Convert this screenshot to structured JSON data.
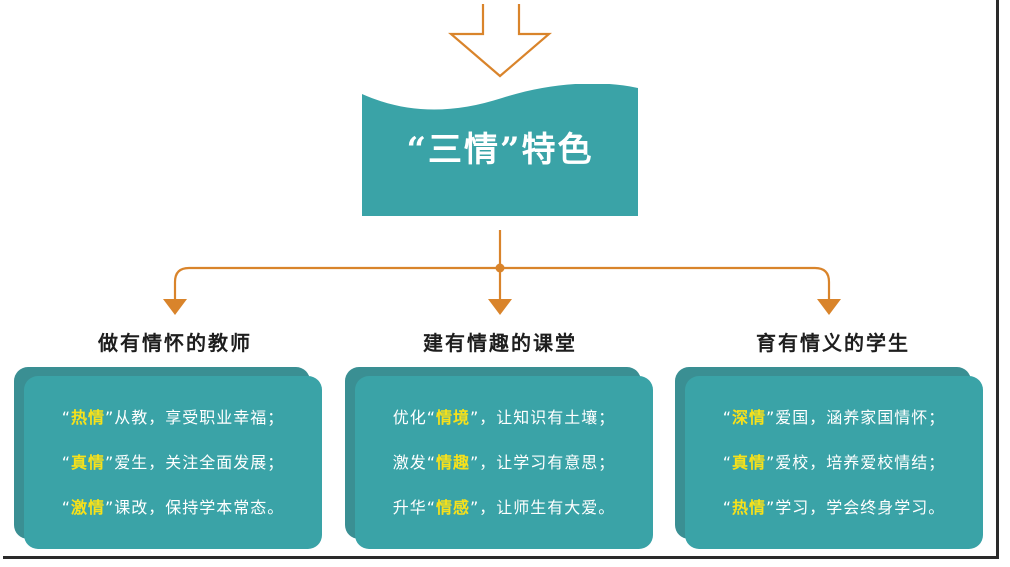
{
  "center": {
    "title": "“三情”特色"
  },
  "columns": [
    {
      "title": "做有情怀的教师",
      "lines": [
        {
          "pre": "“",
          "hl": "热情",
          "post": "”从教，享受职业幸福；"
        },
        {
          "pre": "“",
          "hl": "真情",
          "post": "”爱生，关注全面发展；"
        },
        {
          "pre": "“",
          "hl": "激情",
          "post": "”课改，保持学本常态。"
        }
      ]
    },
    {
      "title": "建有情趣的课堂",
      "lines": [
        {
          "pre": "优化“",
          "hl": "情境",
          "post": "”，让知识有土壤；"
        },
        {
          "pre": "激发“",
          "hl": "情趣",
          "post": "”，让学习有意思；"
        },
        {
          "pre": "升华“",
          "hl": "情感",
          "post": "”，让师生有大爱。"
        }
      ]
    },
    {
      "title": "育有情义的学生",
      "lines": [
        {
          "pre": "“",
          "hl": "深情",
          "post": "”爱国，涵养家国情怀；"
        },
        {
          "pre": "“",
          "hl": "真情",
          "post": "”爱校，培养爱校情结；"
        },
        {
          "pre": "“",
          "hl": "热情",
          "post": "”学习，学会终身学习。"
        }
      ]
    }
  ],
  "colors": {
    "teal": "#3aa3a7",
    "teal_dark": "#3a8f93",
    "arrow_orange": "#d9842b",
    "highlight_yellow": "#f7e11a",
    "title_text": "#1e1e1e"
  }
}
